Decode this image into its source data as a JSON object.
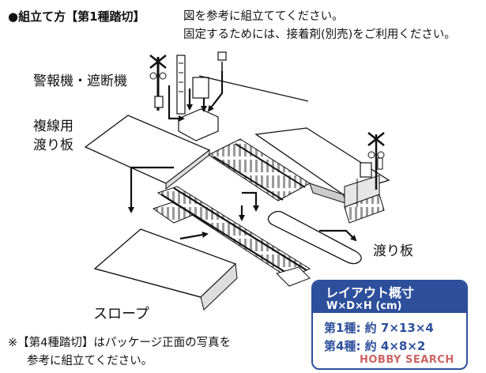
{
  "heading": "●組立て方【第1種踏切】",
  "intro": {
    "line1": "図を参考に組立ててください。",
    "line2": "固定するためには、接着剤(別売)をご利用ください。"
  },
  "labels": {
    "alarm": "警報機・遮断機",
    "double_track_line1": "複線用",
    "double_track_line2": "渡り板",
    "crossing_board": "渡り板",
    "slope": "スロープ"
  },
  "note": {
    "line1": "※【第4種踏切】はパッケージ正面の写真を",
    "line2": "参考に組立てください。"
  },
  "dimensions_panel": {
    "title": "レイアウト概寸",
    "subtitle": "W×D×H (cm)",
    "rows": [
      {
        "label": "第1種",
        "value": "約 7×13×4"
      },
      {
        "label": "第4種",
        "value": "約 4×8×2"
      }
    ],
    "accent_color": "#2d4f9c"
  },
  "watermark": "HOBBY SEARCH"
}
